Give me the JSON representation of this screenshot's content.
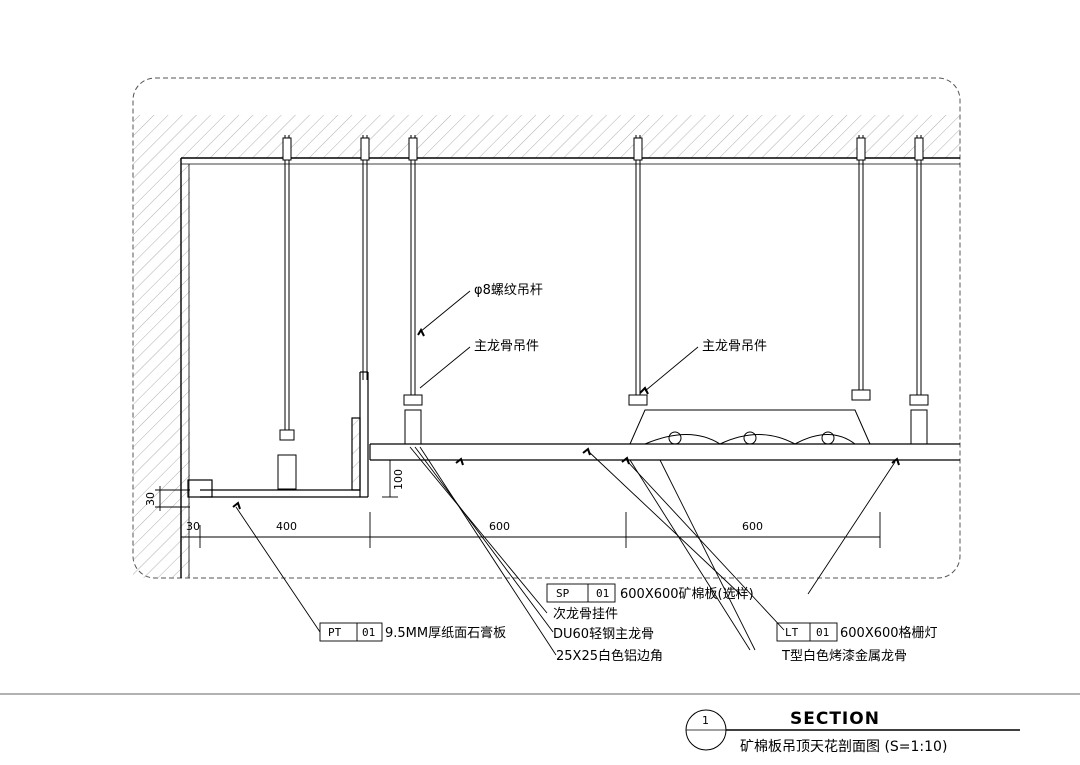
{
  "labels": {
    "rod": "φ8螺纹吊杆",
    "hanger_left": "主龙骨吊件",
    "hanger_right": "主龙骨吊件",
    "sp_code": "SP",
    "sp_num": "01",
    "sp_desc": "600X600矿棉板(选样)",
    "secondary_hanger": "次龙骨挂件",
    "du60": "DU60轻钢主龙骨",
    "angle": "25X25白色铝边角",
    "pt_code": "PT",
    "pt_num": "01",
    "pt_desc": "9.5MM厚纸面石膏板",
    "lt_code": "LT",
    "lt_num": "01",
    "lt_desc": "600X600格栅灯",
    "tbar": "T型白色烤漆金属龙骨"
  },
  "dimensions": {
    "d30": "30",
    "d400": "400",
    "d600a": "600",
    "d600b": "600",
    "v30": "30",
    "v100": "100"
  },
  "title_block": {
    "number": "1",
    "title": "SECTION",
    "subtitle": "矿棉板吊顶天花剖面图 (S=1:10)"
  }
}
